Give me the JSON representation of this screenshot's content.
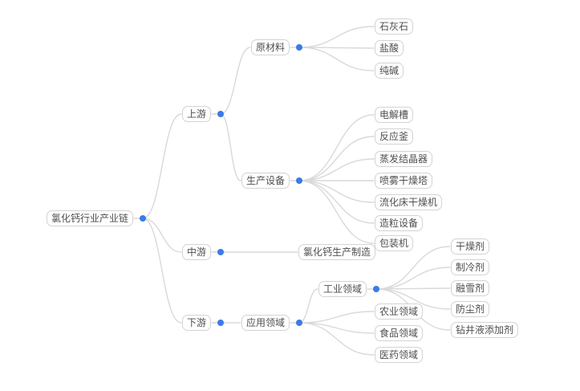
{
  "colors": {
    "background": "#ffffff",
    "node_border": "#d3d3d3",
    "node_background": "#ffffff",
    "node_text": "#4f4f4f",
    "edge": "#d9d9d9",
    "dot": "#3a7be8"
  },
  "mindmap": {
    "root": {
      "id": "root",
      "label": "氯化钙行业产业链",
      "children": [
        {
          "id": "upstream",
          "label": "上游",
          "children": [
            {
              "id": "raw-materials",
              "label": "原材料",
              "children": [
                {
                  "id": "limestone",
                  "label": "石灰石"
                },
                {
                  "id": "hydrochloric-acid",
                  "label": "盐酸"
                },
                {
                  "id": "soda-ash",
                  "label": "纯碱"
                }
              ]
            },
            {
              "id": "production-equipment",
              "label": "生产设备",
              "children": [
                {
                  "id": "electrolytic-cell",
                  "label": "电解槽"
                },
                {
                  "id": "reaction-kettle",
                  "label": "反应釜"
                },
                {
                  "id": "evaporative-crystallizer",
                  "label": "蒸发结晶器"
                },
                {
                  "id": "spray-drying-tower",
                  "label": "喷雾干燥塔"
                },
                {
                  "id": "fluidized-bed-dryer",
                  "label": "流化床干燥机"
                },
                {
                  "id": "granulation-equipment",
                  "label": "造粒设备"
                },
                {
                  "id": "packaging-machine",
                  "label": "包装机"
                }
              ]
            }
          ]
        },
        {
          "id": "midstream",
          "label": "中游",
          "children": [
            {
              "id": "cacl2-manufacturing",
              "label": "氯化钙生产制造"
            }
          ]
        },
        {
          "id": "downstream",
          "label": "下游",
          "children": [
            {
              "id": "application-fields",
              "label": "应用领域",
              "children": [
                {
                  "id": "industrial-field",
                  "label": "工业领域",
                  "children": [
                    {
                      "id": "desiccant",
                      "label": "干燥剂"
                    },
                    {
                      "id": "refrigerant",
                      "label": "制冷剂"
                    },
                    {
                      "id": "snow-melting-agent",
                      "label": "融雪剂"
                    },
                    {
                      "id": "dust-suppressant",
                      "label": "防尘剂"
                    },
                    {
                      "id": "drilling-fluid-additive",
                      "label": "钻井液添加剂"
                    }
                  ]
                },
                {
                  "id": "agriculture-field",
                  "label": "农业领域"
                },
                {
                  "id": "food-field",
                  "label": "食品领域"
                },
                {
                  "id": "pharma-field",
                  "label": "医药领域"
                }
              ]
            }
          ]
        }
      ]
    }
  }
}
